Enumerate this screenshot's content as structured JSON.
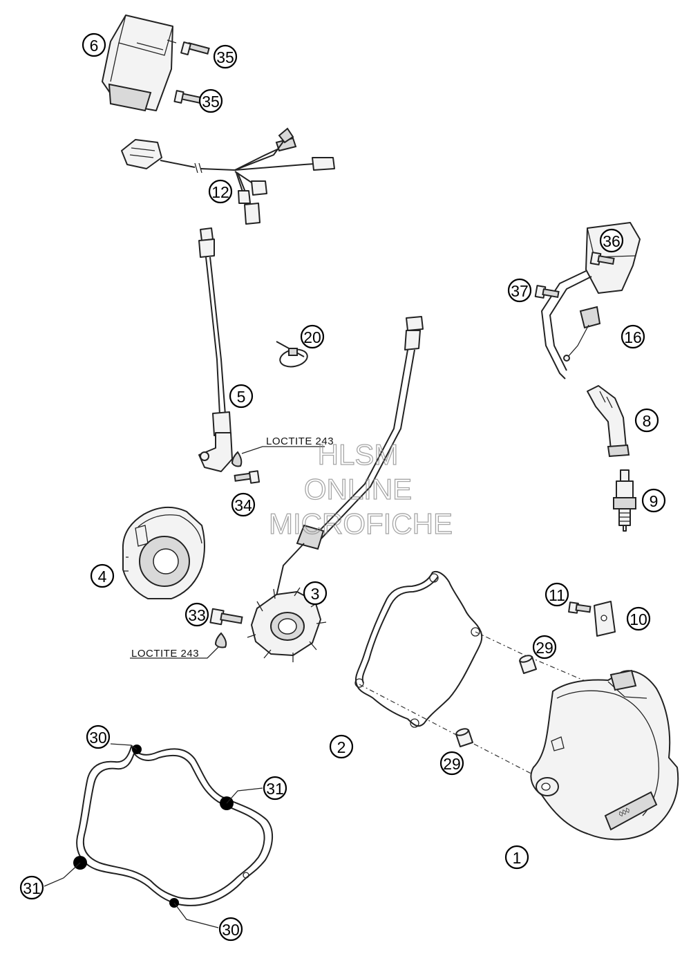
{
  "callouts": {
    "c1": "1",
    "c2": "2",
    "c3": "3",
    "c4": "4",
    "c5": "5",
    "c6": "6",
    "c8": "8",
    "c9": "9",
    "c10": "10",
    "c11": "11",
    "c12": "12",
    "c16": "16",
    "c20": "20",
    "c29a": "29",
    "c29b": "29",
    "c30a": "30",
    "c30b": "30",
    "c31a": "31",
    "c31b": "31",
    "c33": "33",
    "c34": "34",
    "c35a": "35",
    "c35b": "35",
    "c36": "36",
    "c37": "37"
  },
  "labels": {
    "loctite_top": "LOCTITE 243",
    "loctite_bottom": "LOCTITE 243"
  },
  "watermark": {
    "line1": "HLSM",
    "line2": "ONLINE",
    "line3": "MICROFICHE"
  }
}
